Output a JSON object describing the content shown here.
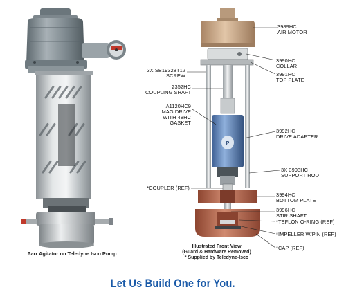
{
  "left_caption": "Parr Agitator on Teledyne Isco Pump",
  "front_view_caption": {
    "line1": "Illustrated Front View",
    "line2": "(Guard & Hardware Removed)",
    "line3": "* Supplied by Teledyne-Isco"
  },
  "tagline": "Let Us Build One for You.",
  "labels": {
    "air_motor": {
      "part": "3989HC",
      "name": "AIR MOTOR"
    },
    "collar": {
      "part": "3990HC",
      "name": "COLLAR"
    },
    "top_plate": {
      "part": "3991HC",
      "name": "TOP PLATE"
    },
    "screw": {
      "part": "3X SB19328T12",
      "name": "SCREW"
    },
    "coupling_shaft": {
      "part": "2352HC",
      "name": "COUPLING SHAFT"
    },
    "mag_drive": {
      "part": "A1120HC9",
      "line2": "MAG DRIVE",
      "line3": "WITH 48HC",
      "line4": "GASKET"
    },
    "drive_adapter": {
      "part": "3992HC",
      "name": "DRIVE ADAPTER"
    },
    "support_rod": {
      "part": "3X 3993HC",
      "name": "SUPPORT ROD"
    },
    "coupler": {
      "name": "*COUPLER (REF)"
    },
    "bottom_plate": {
      "part": "3994HC",
      "name": "BOTTOM PLATE"
    },
    "stir_shaft": {
      "part": "3996HC",
      "name": "STIR SHAFT"
    },
    "teflon_oring": {
      "name": "*TEFLON O-RING (REF)"
    },
    "impeller": {
      "name": "*IMPELLER W/PIN (REF)"
    },
    "cap": {
      "name": "*CAP (REF)"
    }
  },
  "colors": {
    "tagline": "#1a5aa8",
    "motor_housing": "#8a9499",
    "cage_metal": "#c8ccce",
    "gauge_red": "#c0392b",
    "air_motor_tan": "#c9a98a",
    "drive_adapter_blue": "#5b82b8",
    "bottom_plate_rust": "#b5634a"
  }
}
